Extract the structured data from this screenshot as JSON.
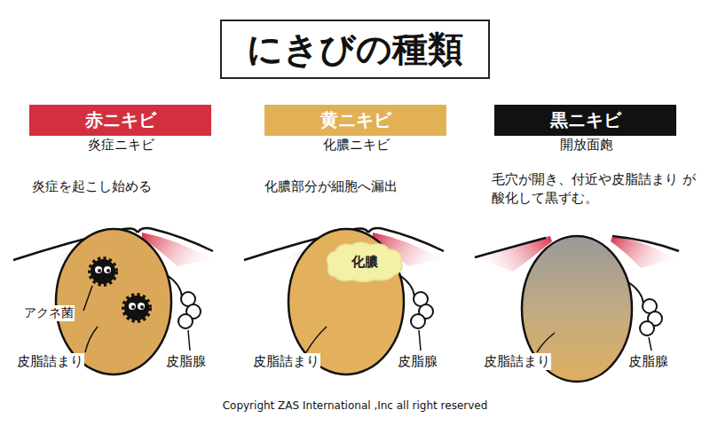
{
  "diagram": {
    "title": "にきびの種類",
    "caption": "Copyright ZAS International ,Inc all right reserved",
    "nodes": [
      {
        "text": [
          "赤ニキビ"
        ]
      },
      {
        "text": [
          "黄ニキビ"
        ]
      },
      {
        "text": [
          "黒ニキビ"
        ]
      },
      {
        "text": [
          "化膿"
        ]
      }
    ],
    "labels": [
      "炎症ニキビ",
      "化膿ニキビ",
      "開放面皰",
      "炎症を起こし始める",
      "化膿部分が細胞へ漏出",
      "毛穴が開き、付近や皮脂詰まり が酸化して黒ずむ。",
      "アクネ菌",
      "皮脂詰まり",
      "皮脂腺",
      "皮脂詰まり",
      "皮脂腺",
      "皮脂詰まり",
      "皮脂腺"
    ]
  }
}
